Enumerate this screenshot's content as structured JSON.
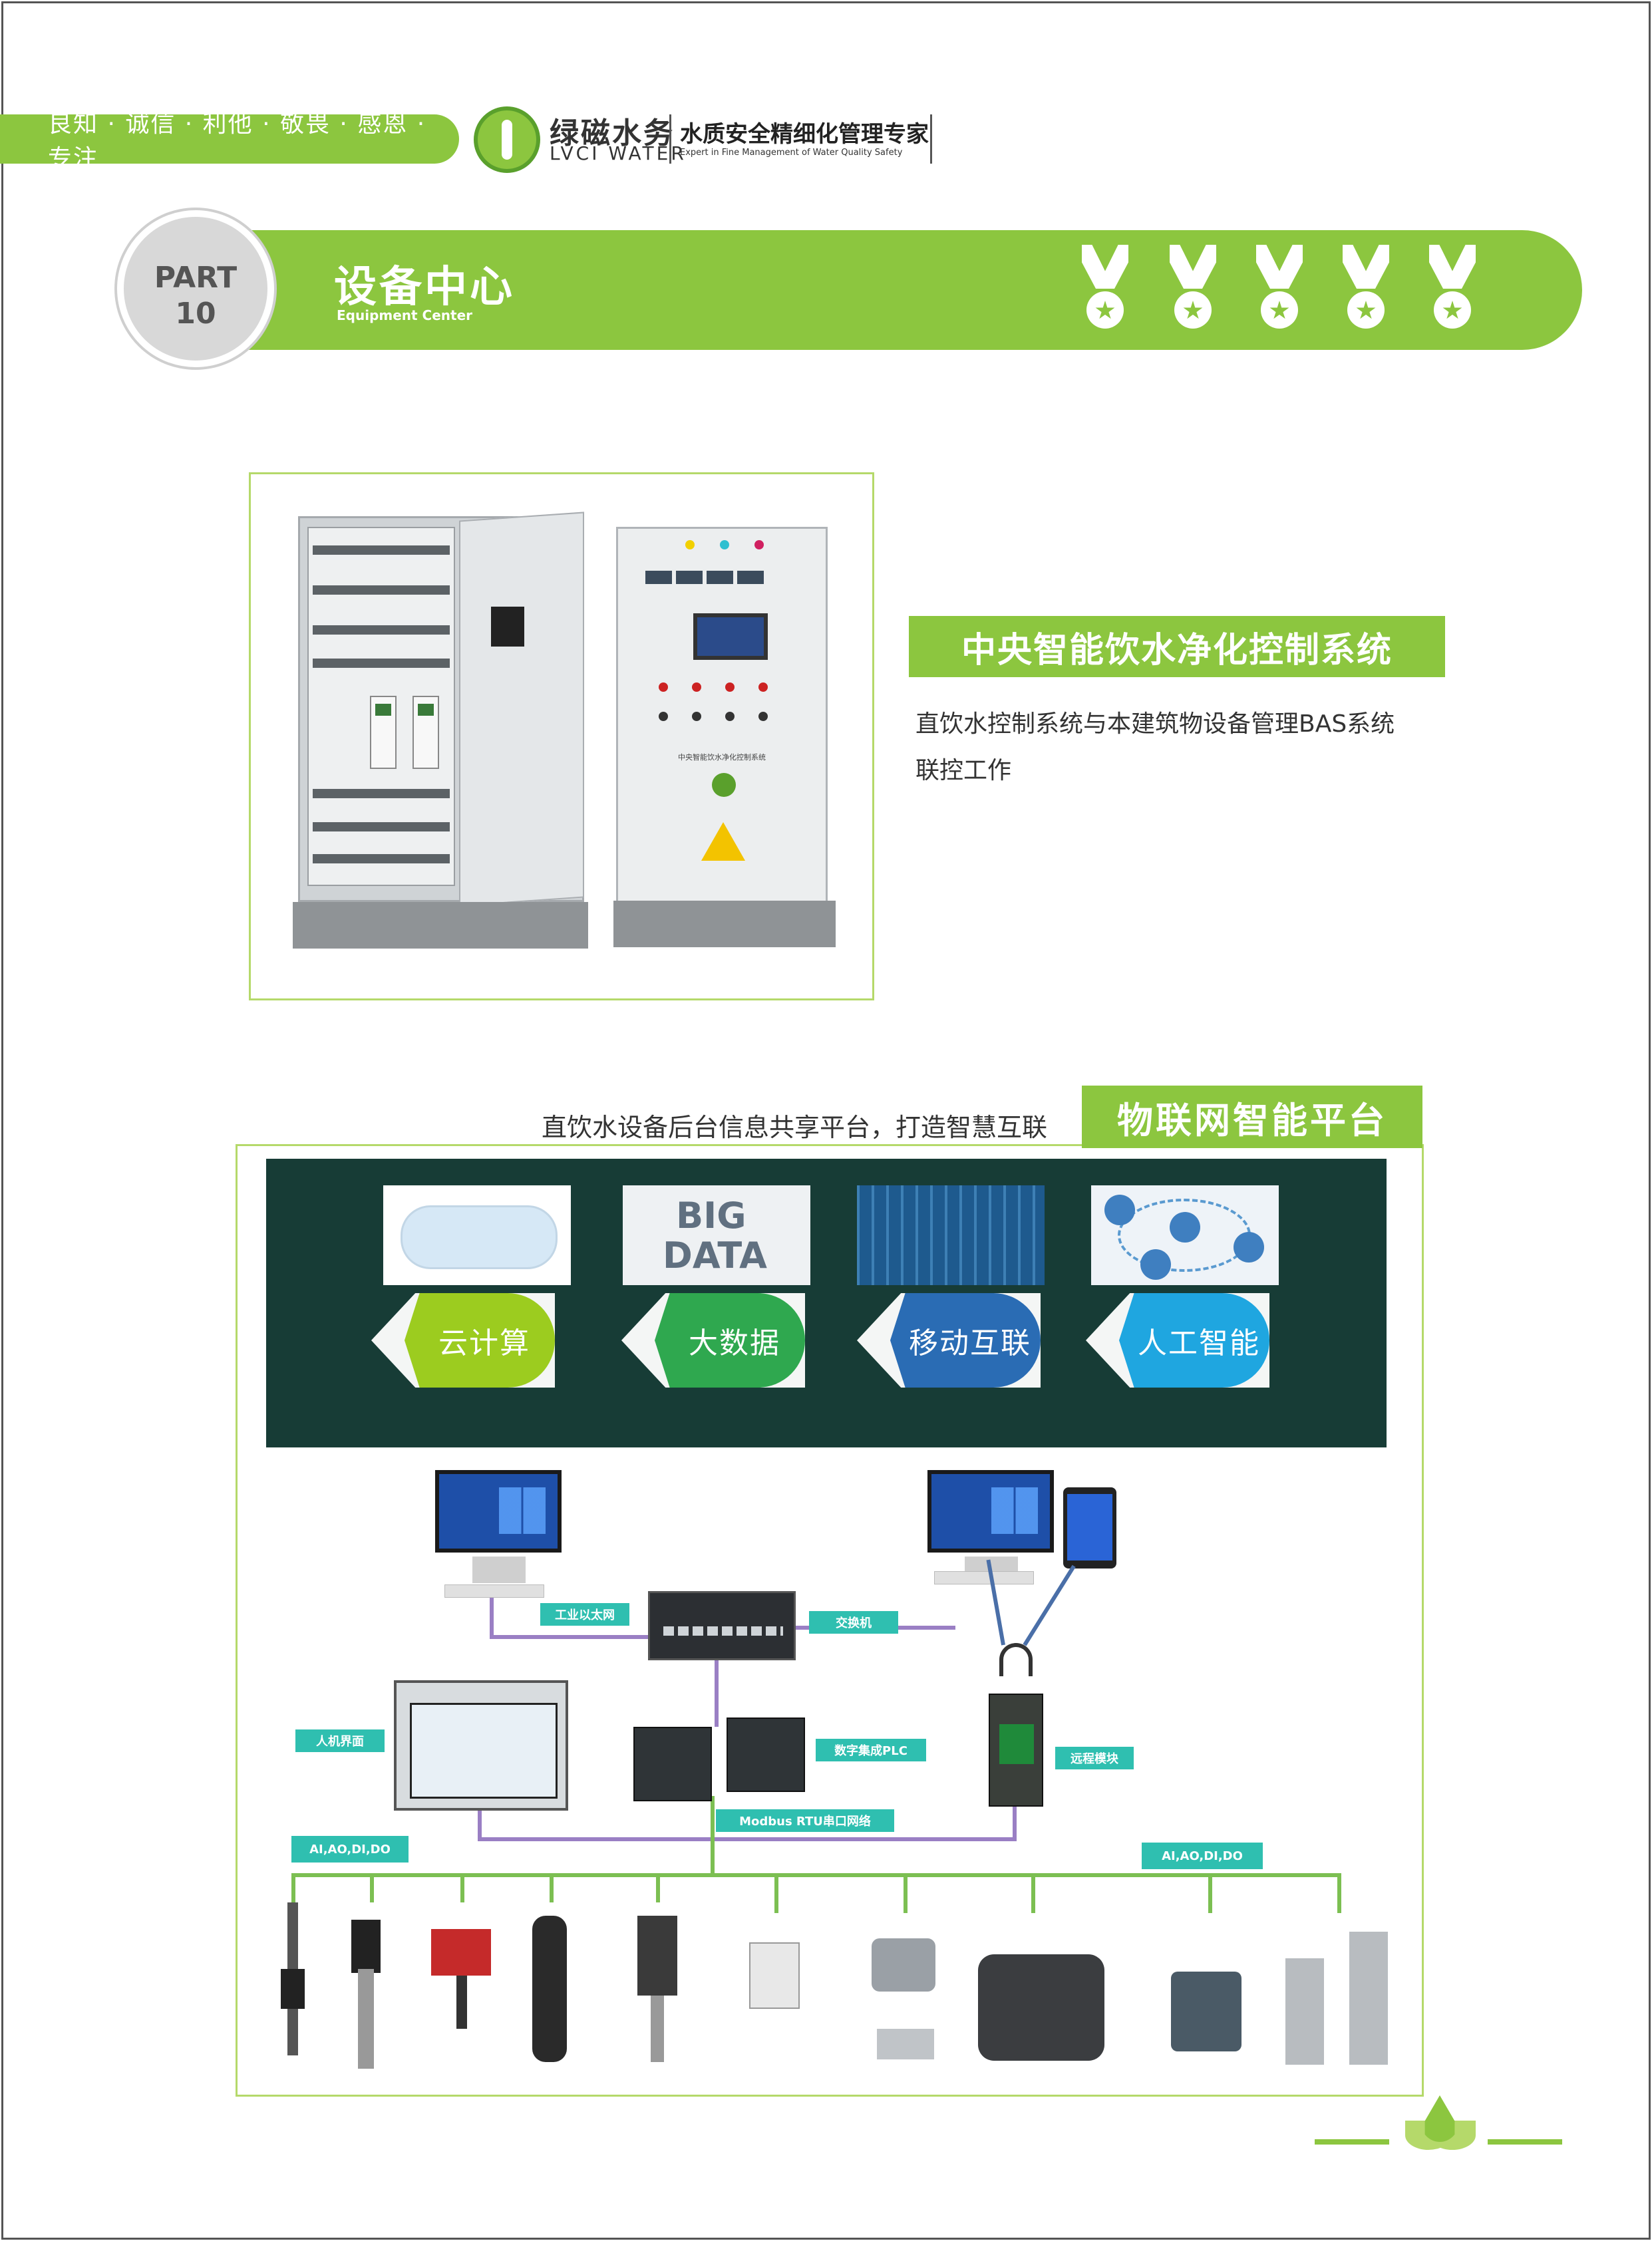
{
  "header": {
    "motto": "良知 · 诚信 · 利他 · 敬畏 · 感恩 · 专注",
    "brand_cn": "绿磁水务",
    "brand_en": "LVCI WATER",
    "slogan_cn": "水质安全精细化管理专家",
    "slogan_en": "Expert in Fine Management of Water Quality Safety"
  },
  "part": {
    "label": "PART",
    "number": "10",
    "title": "设备中心",
    "subtitle": "Equipment Center",
    "medal_icons": [
      "medal-icon",
      "medal-icon",
      "medal-icon",
      "medal-icon",
      "medal-icon"
    ]
  },
  "control_system": {
    "title": "中央智能饮水净化控制系统",
    "description_line1": "直饮水控制系统与本建筑物设备管理BAS系统",
    "description_line2": "联控工作",
    "cabinet_plate": "中央智能饮水净化控制系统"
  },
  "iot_platform": {
    "intro": "直饮水设备后台信息共享平台，打造智慧互联",
    "title": "物联网智能平台",
    "big_data_words": [
      "BIG",
      "DATA"
    ],
    "tech_items": [
      {
        "label": "云计算",
        "color": "#9ccc1f"
      },
      {
        "label": "大数据",
        "color": "#2fa84f"
      },
      {
        "label": "移动互联",
        "color": "#2a6cb4"
      },
      {
        "label": "人工智能",
        "color": "#1fa6e0"
      }
    ],
    "diagram_labels": {
      "ethernet": "工业以太网",
      "switch": "交换机",
      "hmi": "人机界面",
      "plc": "数字集成PLC",
      "remote": "远程模块",
      "modbus": "Modbus RTU串口网络",
      "io_left": "AI,AO,DI,DO",
      "io_right": "AI,AO,DI,DO"
    }
  },
  "colors": {
    "brand_green": "#8cc63f",
    "panel_dark": "#173c36",
    "label_teal": "#2fbfb0"
  }
}
